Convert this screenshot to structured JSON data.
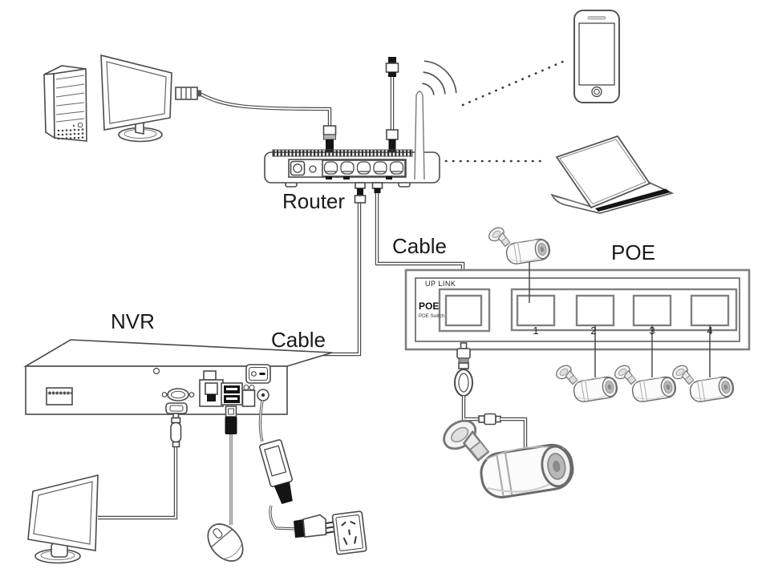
{
  "labels": {
    "router": "Router",
    "cable_to_poe": "Cable",
    "cable_to_nvr": "Cable",
    "poe": "POE",
    "nvr": "NVR"
  },
  "poe_switch": {
    "uplink_label": "UP LINK",
    "poe_label": "POE",
    "model_label": "POE Switch",
    "port_labels": [
      "1",
      "2",
      "3",
      "4"
    ]
  },
  "devices": [
    "desktop-pc",
    "pc-monitor",
    "router",
    "wifi-antenna",
    "smartphone",
    "laptop",
    "poe-switch",
    "bullet-camera-port1",
    "bullet-camera-port2",
    "bullet-camera-port3",
    "bullet-camera-port4",
    "bullet-camera-main",
    "nvr",
    "nvr-monitor",
    "mouse",
    "power-adapter",
    "power-plug",
    "wall-outlet"
  ],
  "colors": {
    "line": "#4a4a4a",
    "switch_border": "#808080",
    "text": "#1a1a1a",
    "background": "#ffffff"
  }
}
